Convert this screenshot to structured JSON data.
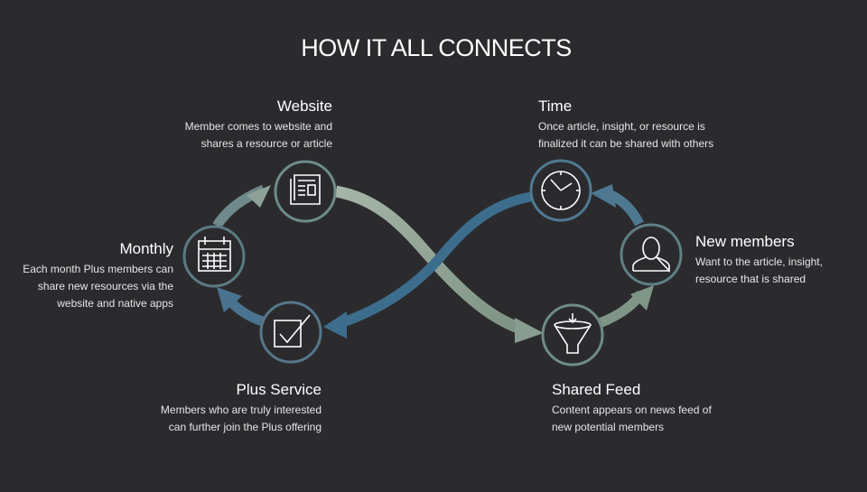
{
  "title": "HOW IT ALL CONNECTS",
  "colors": {
    "background": "#2b2b2d",
    "sage": "#8fa394",
    "steel_blue": "#3f6f8e",
    "icon_circle_border": "#5c7a83",
    "icon_stroke": "#ffffff"
  },
  "nodes": {
    "website": {
      "heading": "Website",
      "description_line1": "Member comes to website and",
      "description_line2": "shares a resource or article",
      "icon": "newspaper-icon"
    },
    "time": {
      "heading": "Time",
      "description_line1": "Once article, insight, or resource is",
      "description_line2": "finalized it can be shared with others",
      "icon": "clock-icon"
    },
    "new_members": {
      "heading": "New members",
      "description_line1": "Want to the article, insight,",
      "description_line2": "resource that is shared",
      "icon": "user-icon"
    },
    "shared_feed": {
      "heading": "Shared Feed",
      "description_line1": "Content appears on news feed of",
      "description_line2": "new potential members",
      "icon": "funnel-icon"
    },
    "plus_service": {
      "heading": "Plus Service",
      "description_line1": "Members who are truly interested",
      "description_line2": "can further join the Plus offering",
      "icon": "checkbox-icon"
    },
    "monthly": {
      "heading": "Monthly",
      "description_line1": "Each month Plus members can",
      "description_line2": "share new resources via the",
      "description_line3": "website and native apps",
      "icon": "calendar-icon"
    }
  }
}
